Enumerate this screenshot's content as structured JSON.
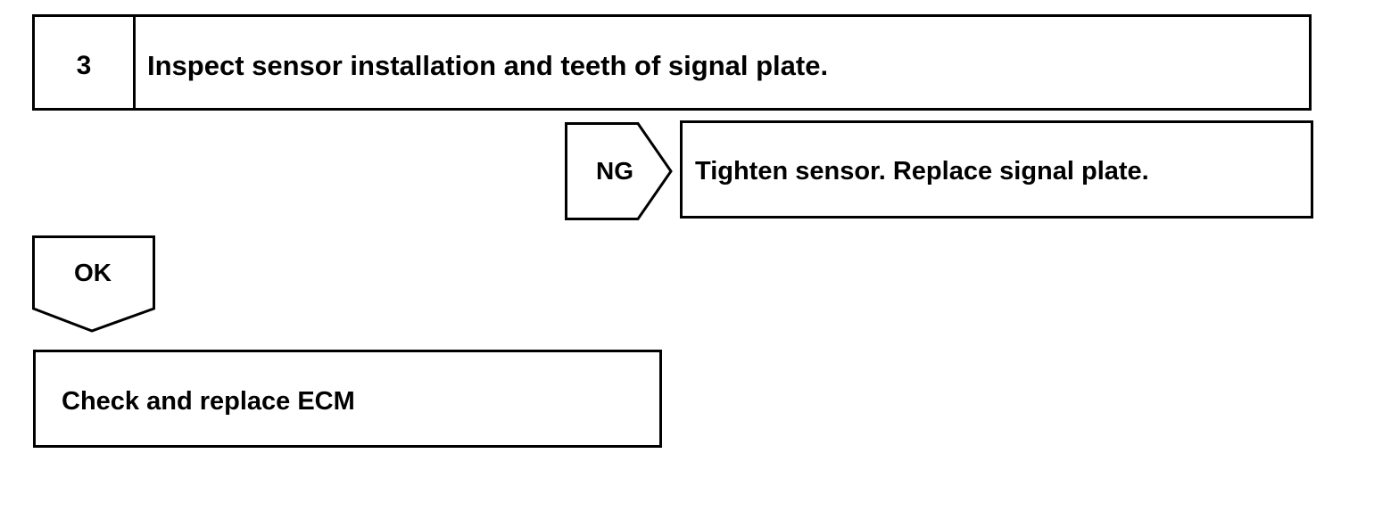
{
  "step": {
    "number": "3",
    "text": "Inspect sensor installation and teeth of signal plate."
  },
  "ng_branch": {
    "label": "NG",
    "action": "Tighten sensor. Replace signal plate."
  },
  "ok_branch": {
    "label": "OK",
    "action": "Check and replace ECM"
  }
}
